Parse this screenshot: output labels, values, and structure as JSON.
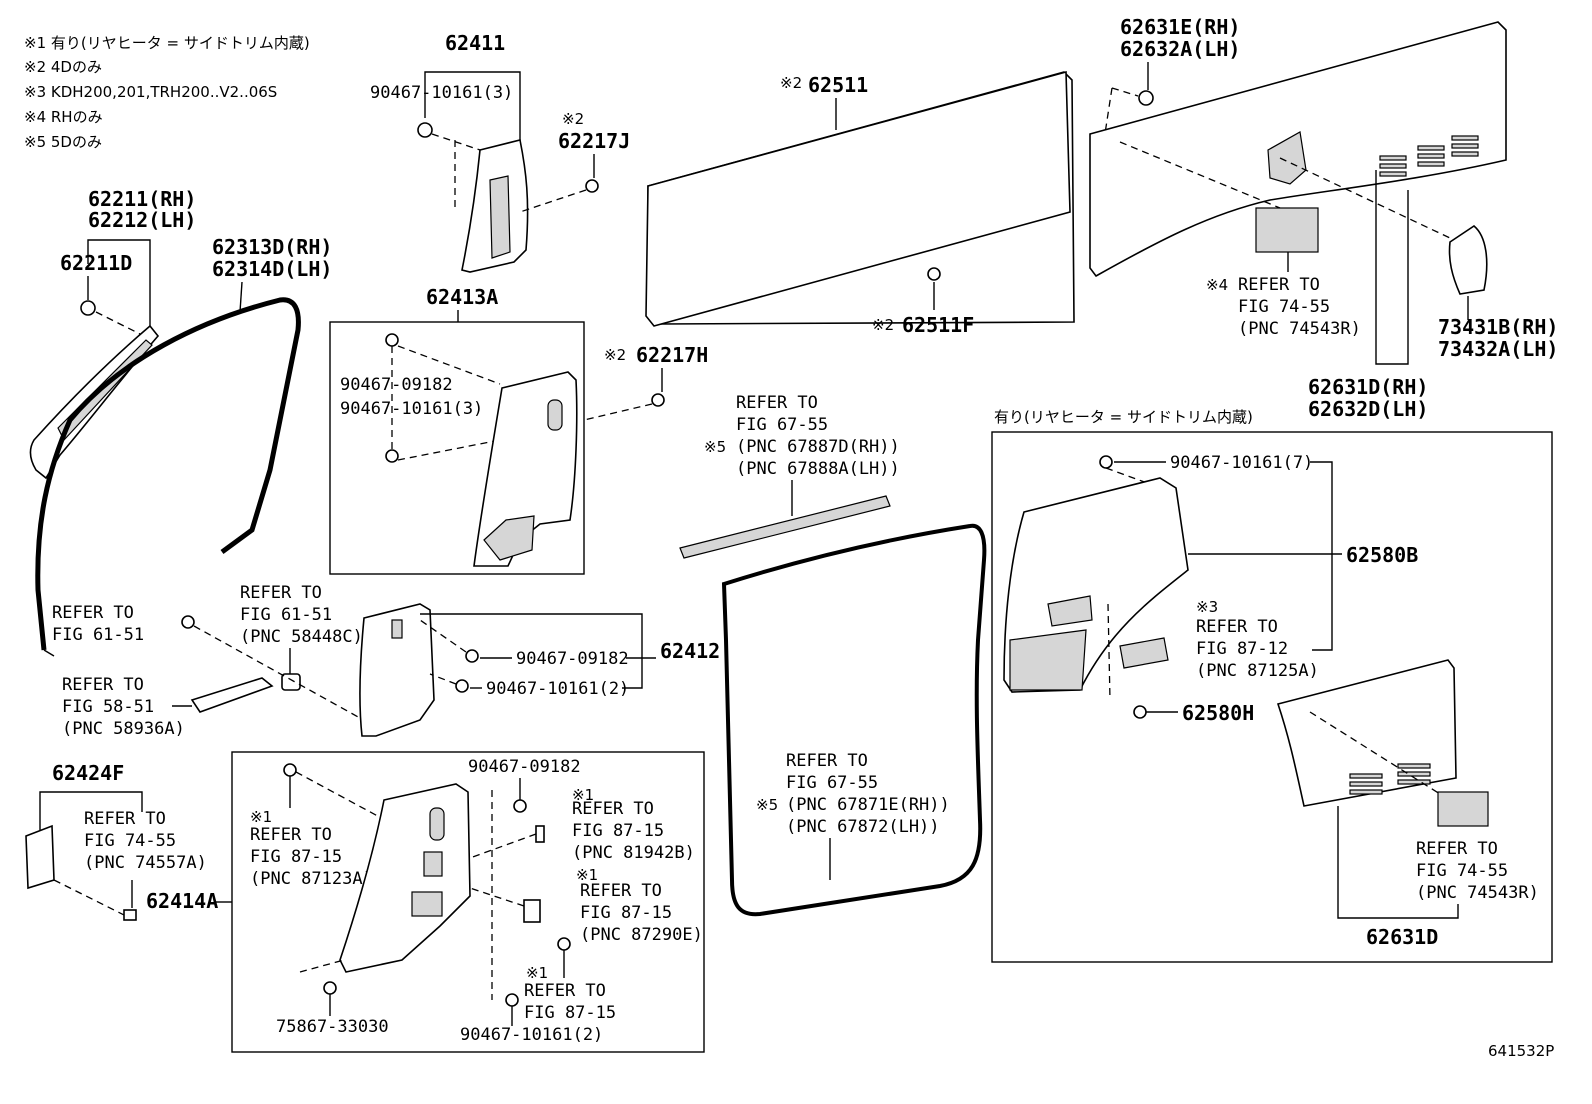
{
  "notes": [
    "※1 有り(リヤヒータ = サイドトリム内蔵)",
    "※2 4Dのみ",
    "※3 KDH200,201,TRH200..V2..06S",
    "※4 RHのみ",
    "※5 5Dのみ"
  ],
  "figure_id": "641532P",
  "labels": {
    "p62411": "62411",
    "p90467_10161_3a": "90467-10161(3)",
    "m2_a": "※2",
    "p62217J": "62217J",
    "m2_62511": "※2",
    "p62511": "62511",
    "p62631E": "62631E(RH)",
    "p62632A": "62632A(LH)",
    "p62211RH": "62211(RH)",
    "p62212LH": "62212(LH)",
    "p62211D": "62211D",
    "p62313D": "62313D(RH)",
    "p62314D": "62314D(LH)",
    "p62413A": "62413A",
    "m2_62511F": "※2",
    "p62511F": "62511F",
    "m4_refer": "※4",
    "r4_refer": "REFER TO",
    "r4_fig": "FIG 74-55",
    "r4_pnc": "(PNC 74543R)",
    "p73431B": "73431B(RH)",
    "p73432A": "73432A(LH)",
    "m2_62217H": "※2",
    "p62217H": "62217H",
    "p90467_09182_a": "90467-09182",
    "p90467_10161_3b": "90467-10161(3)",
    "p62631D_RH": "62631D(RH)",
    "p62632D_LH": "62632D(LH)",
    "r67_refer": "REFER TO",
    "r67_fig": "FIG 67-55",
    "m5_a": "※5",
    "r67_pnc1": "(PNC 67887D(RH))",
    "r67_pnc2": "(PNC 67888A(LH))",
    "heater_box_title": "有り(リヤヒータ = サイドトリム内蔵)",
    "p90467_10161_7": "90467-10161(7)",
    "p62580B": "62580B",
    "m3": "※3",
    "r87_12_refer": "REFER TO",
    "r87_12_fig": "FIG 87-12",
    "r87_12_pnc": "(PNC 87125A)",
    "p62580H": "62580H",
    "r6151a_refer": "REFER TO",
    "r6151a_fig": "FIG 61-51",
    "r6151b_refer": "REFER TO",
    "r6151b_fig": "FIG 61-51",
    "r6151b_pnc": "(PNC 58448C)",
    "p90467_09182_b": "90467-09182",
    "p62412": "62412",
    "p90467_10161_2a": "90467-10161(2)",
    "r5851_refer": "REFER TO",
    "r5851_fig": "FIG 58-51",
    "r5851_pnc": "(PNC 58936A)",
    "p62424F": "62424F",
    "r7455a_refer": "REFER TO",
    "r7455a_fig": "FIG 74-55",
    "r7455a_pnc": "(PNC 74557A)",
    "p62414A": "62414A",
    "p90467_09182_c": "90467-09182",
    "m1_a": "※1",
    "r8715a_refer": "REFER TO",
    "r8715a_fig": "FIG 87-15",
    "r8715a_pnc": "(PNC 87123A)",
    "m1_b": "※1",
    "r8715b_refer": "REFER TO",
    "r8715b_fig": "FIG 87-15",
    "r8715b_pnc": "(PNC 81942B)",
    "m1_c": "※1",
    "r8715c_refer": "REFER TO",
    "r8715c_fig": "FIG 87-15",
    "r8715c_pnc": "(PNC 87290E)",
    "m1_d": "※1",
    "r8715d_refer": "REFER TO",
    "r8715d_fig": "FIG 87-15",
    "p75867": "75867-33030",
    "p90467_10161_2b": "90467-10161(2)",
    "r6755b_refer": "REFER TO",
    "r6755b_fig": "FIG 67-55",
    "m5_b": "※5",
    "r6755b_pnc1": "(PNC 67871E(RH))",
    "r6755b_pnc2": "(PNC 67872(LH))",
    "r7455c_refer": "REFER TO",
    "r7455c_fig": "FIG 74-55",
    "r7455c_pnc": "(PNC 74543R)",
    "p62631D": "62631D"
  }
}
